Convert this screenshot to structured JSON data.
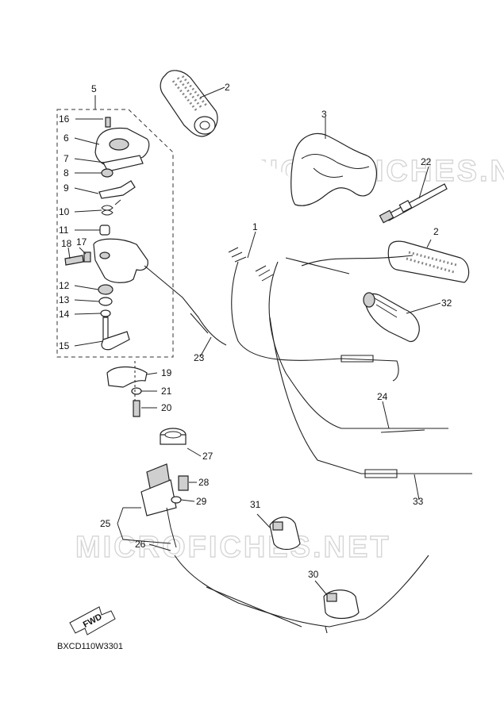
{
  "watermarks": [
    "MICROFICHES.NET",
    "MICROFICHES.NET"
  ],
  "diagram_code": "BXCD110W3301",
  "fwd_label": "FWD",
  "callouts": [
    {
      "id": "c1",
      "num": "1"
    },
    {
      "id": "c2a",
      "num": "2"
    },
    {
      "id": "c2b",
      "num": "2"
    },
    {
      "id": "c3",
      "num": "3"
    },
    {
      "id": "c5",
      "num": "5"
    },
    {
      "id": "c6",
      "num": "6"
    },
    {
      "id": "c7",
      "num": "7"
    },
    {
      "id": "c8",
      "num": "8"
    },
    {
      "id": "c9",
      "num": "9"
    },
    {
      "id": "c10",
      "num": "10"
    },
    {
      "id": "c11",
      "num": "11"
    },
    {
      "id": "c12",
      "num": "12"
    },
    {
      "id": "c13",
      "num": "13"
    },
    {
      "id": "c14",
      "num": "14"
    },
    {
      "id": "c15",
      "num": "15"
    },
    {
      "id": "c16",
      "num": "16"
    },
    {
      "id": "c17",
      "num": "17"
    },
    {
      "id": "c18",
      "num": "18"
    },
    {
      "id": "c19",
      "num": "19"
    },
    {
      "id": "c20",
      "num": "20"
    },
    {
      "id": "c21",
      "num": "21"
    },
    {
      "id": "c22",
      "num": "22"
    },
    {
      "id": "c23",
      "num": "23"
    },
    {
      "id": "c24",
      "num": "24"
    },
    {
      "id": "c25",
      "num": "25"
    },
    {
      "id": "c26",
      "num": "26"
    },
    {
      "id": "c27",
      "num": "27"
    },
    {
      "id": "c28",
      "num": "28"
    },
    {
      "id": "c29",
      "num": "29"
    },
    {
      "id": "c30",
      "num": "30"
    },
    {
      "id": "c31",
      "num": "31"
    },
    {
      "id": "c32",
      "num": "32"
    },
    {
      "id": "c33",
      "num": "33"
    }
  ]
}
